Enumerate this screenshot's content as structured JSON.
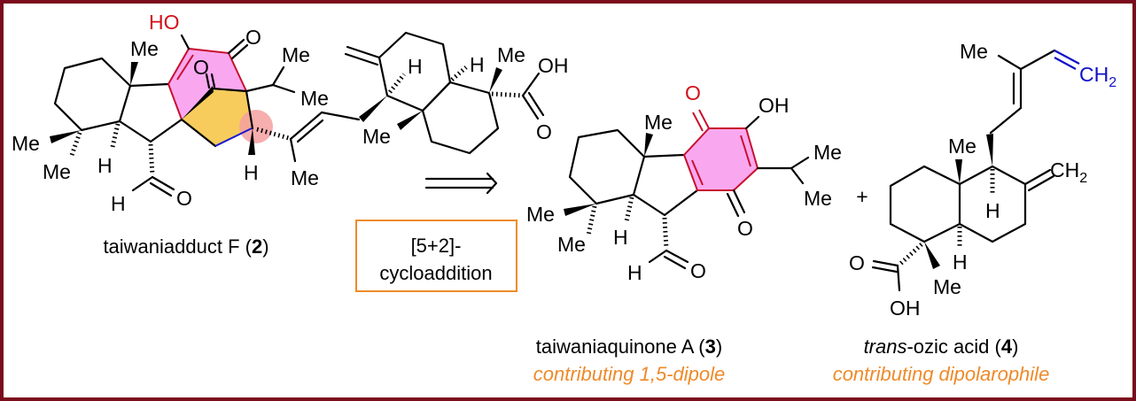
{
  "colors": {
    "border": "#7a0c1c",
    "pink": "#f9a8f0",
    "yellow": "#f7cc5c",
    "red": "#d0101a",
    "blue": "#1010c8",
    "orange": "#ee8a2a"
  },
  "compound2": {
    "caption": "taiwaniadduct F (",
    "num": "2",
    "close": ")",
    "atoms": {
      "ho": "HO",
      "o_top": "O",
      "o_bridge": "O",
      "me_top": "Me",
      "me_ipr1": "Me",
      "me_ipr2": "Me",
      "me_gem1": "Me",
      "me_gem2": "Me",
      "h_ring": "H",
      "h_cho": "H",
      "o_cho": "O",
      "h_bridge": "H",
      "me_alkene": "Me"
    }
  },
  "ozic_fragment": {
    "atoms": {
      "h1": "H",
      "h2": "H",
      "me1": "Me",
      "me2": "Me",
      "oh": "OH",
      "o": "O"
    }
  },
  "arrow": {
    "box_line1": "[5+2]-",
    "box_line2": "cycloaddition"
  },
  "compound3": {
    "caption": "taiwaniaquinone A (",
    "num": "3",
    "close": ")",
    "role": "contributing 1,5-dipole",
    "atoms": {
      "me_top": "Me",
      "o_top": "O",
      "oh": "OH",
      "me_ipr1": "Me",
      "me_ipr2": "Me",
      "o_bot": "O",
      "me_gem1": "Me",
      "me_gem2": "Me",
      "h_ring": "H",
      "h_cho": "H",
      "o_cho": "O"
    }
  },
  "plus": "+",
  "compound4": {
    "caption_italic": "trans",
    "caption": "-ozic acid (",
    "num": "4",
    "close": ")",
    "role": "contributing dipolarophile",
    "atoms": {
      "me_chain": "Me",
      "ch2_blue": "CH",
      "ch2_blue_sub": "2",
      "me_ring": "Me",
      "ch2": "CH",
      "ch2_sub": "2",
      "h1": "H",
      "h2": "H",
      "me_bot": "Me",
      "o": "O",
      "oh": "OH"
    }
  }
}
